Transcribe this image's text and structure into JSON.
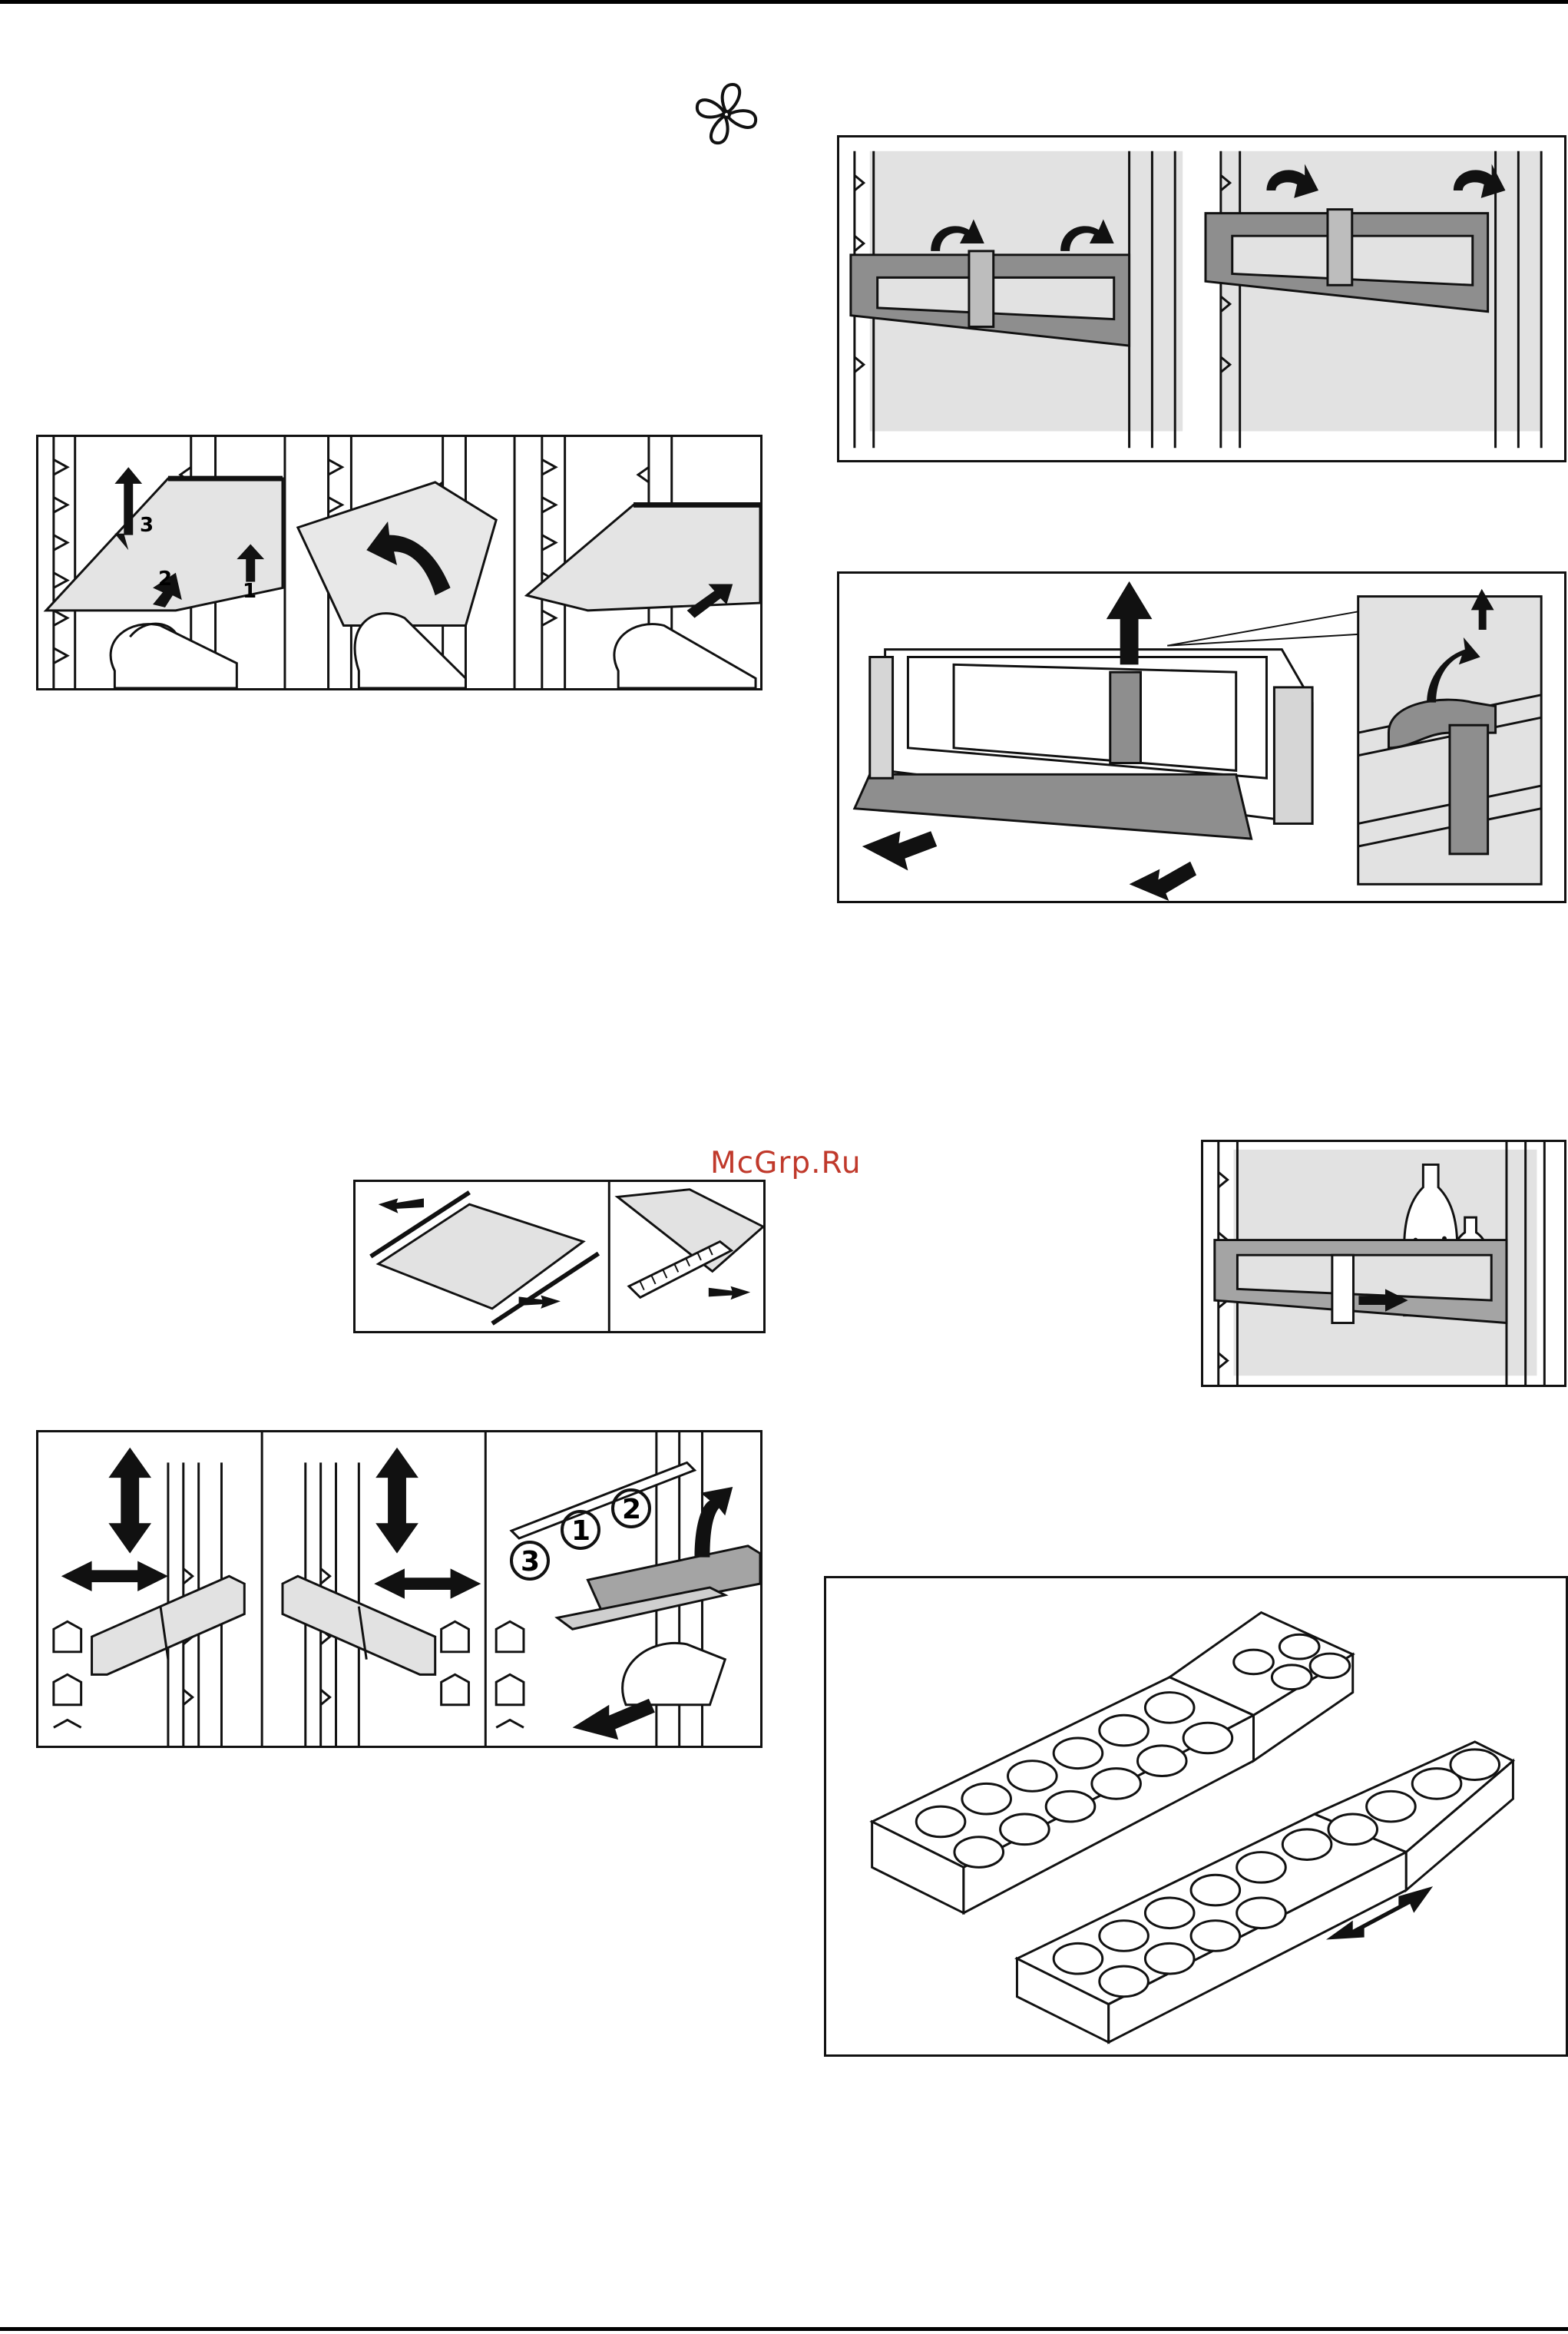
{
  "watermark": {
    "text": "McGrp.Ru"
  },
  "shelf_steps": {
    "step1": "1",
    "step2": "2",
    "step3": "3"
  },
  "shelf_parts": {
    "part1": "1",
    "part2": "2",
    "part3": "3"
  },
  "colors": {
    "line": "#111111",
    "panel": "#e2e2e2",
    "part_gray": "#8e8e8e",
    "arrow": "#111111",
    "watermark": "#c0392b"
  },
  "icons": {
    "fan": "fan-icon"
  }
}
